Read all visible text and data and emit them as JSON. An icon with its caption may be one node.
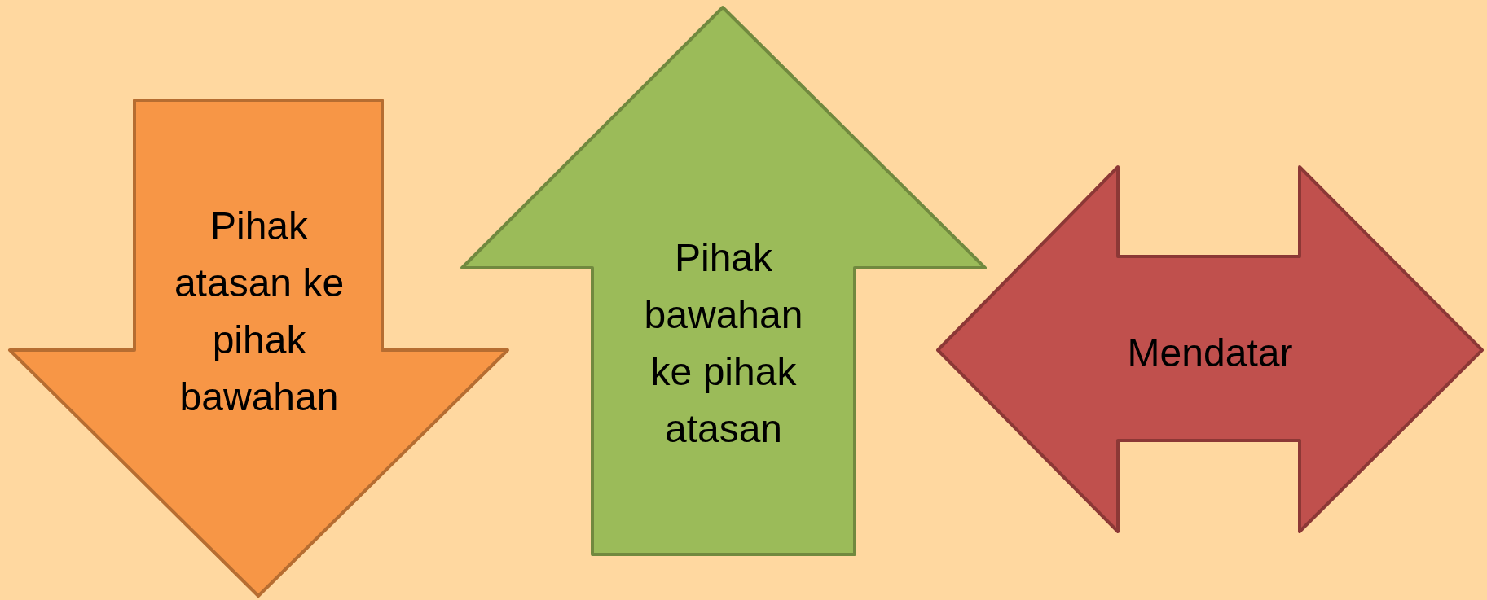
{
  "diagram": {
    "nodes": [
      {
        "text": [
          "Pihak atasan ke pihak bawahan"
        ]
      },
      {
        "text": [
          "Pihak bawahan ke pihak atasan"
        ]
      },
      {
        "text": [
          "Mendatar"
        ]
      }
    ]
  }
}
